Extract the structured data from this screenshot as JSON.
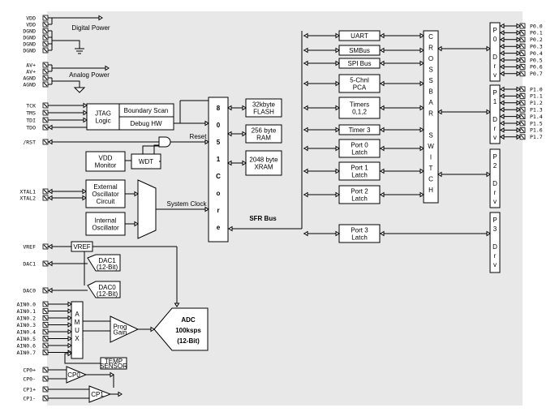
{
  "pins_left": {
    "power": [
      "VDD",
      "VDD",
      "DGND",
      "DGND",
      "DGND",
      "DGND"
    ],
    "analog_power": [
      "AV+",
      "AV+",
      "AGND",
      "AGND"
    ],
    "jtag": [
      "TCK",
      "TMS",
      "TDI",
      "TDO"
    ],
    "rst": "/RST",
    "xtal": [
      "XTAL1",
      "XTAL2"
    ],
    "vref": "VREF",
    "dac": [
      "DAC1",
      "DAC0"
    ],
    "ain": [
      "AIN0.0",
      "AIN0.1",
      "AIN0.2",
      "AIN0.3",
      "AIN0.4",
      "AIN0.5",
      "AIN0.6",
      "AIN0.7"
    ],
    "cp": [
      "CP0+",
      "CP0-",
      "CP1+",
      "CP1-"
    ]
  },
  "pins_right": {
    "p0": [
      "P0.0",
      "P0.1",
      "P0.2",
      "P0.3",
      "P0.4",
      "P0.5",
      "P0.6",
      "P0.7"
    ],
    "p1": [
      "P1.0",
      "P1.1",
      "P1.2",
      "P1.3",
      "P1.4",
      "P1.5",
      "P1.6",
      "P1.7"
    ]
  },
  "labels": {
    "digital_power": "Digital Power",
    "analog_power": "Analog Power",
    "jtag_logic": [
      "JTAG",
      "Logic"
    ],
    "boundary_scan": "Boundary Scan",
    "debug_hw": "Debug HW",
    "reset": "Reset",
    "vdd_monitor": [
      "VDD",
      "Monitor"
    ],
    "wdt": "WDT",
    "ext_osc": [
      "External",
      "Oscillator",
      "Circuit"
    ],
    "int_osc": [
      "Internal",
      "Oscillator"
    ],
    "system_clock": "System Clock",
    "core": [
      "8",
      "0",
      "5",
      "1",
      "C",
      "o",
      "r",
      "e"
    ],
    "flash": [
      "32kbyte",
      "FLASH"
    ],
    "ram": [
      "256 byte",
      "RAM"
    ],
    "xram": [
      "2048 byte",
      "XRAM"
    ],
    "sfr_bus": "SFR Bus",
    "vref_box": "VREF",
    "dac1": [
      "DAC1",
      "(12-Bit)"
    ],
    "dac0": [
      "DAC0",
      "(12-Bit)"
    ],
    "amux": [
      "A",
      "M",
      "U",
      "X"
    ],
    "prog_gain": [
      "Prog",
      "Gain"
    ],
    "temp_sensor": [
      "TEMP",
      "SENSOR"
    ],
    "adc": [
      "ADC",
      "100ksps",
      "(12-Bit)"
    ],
    "cp0": "CP0",
    "cp1": "CP1",
    "periph": [
      [
        "UART"
      ],
      [
        "SMBus"
      ],
      [
        "SPI Bus"
      ],
      [
        "5-Chnl",
        "PCA"
      ],
      [
        "Timers",
        "0,1,2"
      ],
      [
        "Timer 3"
      ],
      [
        "Port 0",
        "Latch"
      ],
      [
        "Port 1",
        "Latch"
      ],
      [
        "Port 2",
        "Latch"
      ],
      [
        "Port 3",
        "Latch"
      ]
    ],
    "crossbar": [
      "C",
      "R",
      "O",
      "S",
      "S",
      "B",
      "A",
      "R",
      "",
      "S",
      "W",
      "I",
      "T",
      "C",
      "H"
    ],
    "p_drv": [
      [
        "P",
        "0",
        "",
        "D",
        "r",
        "v"
      ],
      [
        "P",
        "1",
        "",
        "D",
        "r",
        "v"
      ],
      [
        "P",
        "2",
        "",
        "D",
        "r",
        "v"
      ],
      [
        "P",
        "3",
        "",
        "D",
        "r",
        "v"
      ]
    ]
  }
}
